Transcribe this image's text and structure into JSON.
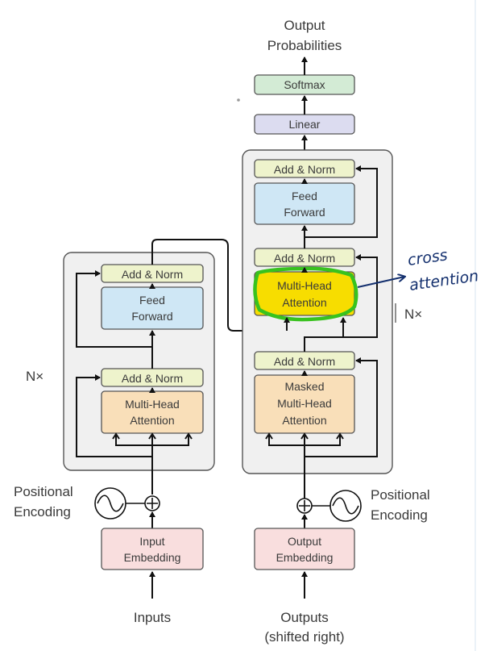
{
  "colors": {
    "add_norm": "#eef3cc",
    "feed_forward": "#cfe7f5",
    "attention": "#f9dfb9",
    "cross_attention": "#f7dd00",
    "embedding": "#f9dede",
    "linear": "#dcdcf0",
    "softmax": "#d3ebd5",
    "stack_bg": "#f0f0f0",
    "highlight_ring": "#38c21e",
    "annotation_ink": "#14306e"
  },
  "top": {
    "output_line1": "Output",
    "output_line2": "Probabilities",
    "softmax": "Softmax",
    "linear": "Linear"
  },
  "encoder": {
    "nx_label": "N×",
    "add_norm_top": "Add & Norm",
    "ff_line1": "Feed",
    "ff_line2": "Forward",
    "add_norm_bottom": "Add & Norm",
    "mha_line1": "Multi-Head",
    "mha_line2": "Attention",
    "pos_line1": "Positional",
    "pos_line2": "Encoding",
    "emb_line1": "Input",
    "emb_line2": "Embedding",
    "input": "Inputs"
  },
  "decoder": {
    "nx_label": "N×",
    "add_norm_top": "Add & Norm",
    "ff_line1": "Feed",
    "ff_line2": "Forward",
    "add_norm_mid": "Add & Norm",
    "cross_line1": "Multi-Head",
    "cross_line2": "Attention",
    "add_norm_bottom": "Add & Norm",
    "masked_line1": "Masked",
    "masked_line2": "Multi-Head",
    "masked_line3": "Attention",
    "pos_line1": "Positional",
    "pos_line2": "Encoding",
    "emb_line1": "Output",
    "emb_line2": "Embedding",
    "output_line1": "Outputs",
    "output_line2": "(shifted right)"
  },
  "annotation": {
    "line1": "cross",
    "line2": "attention"
  }
}
